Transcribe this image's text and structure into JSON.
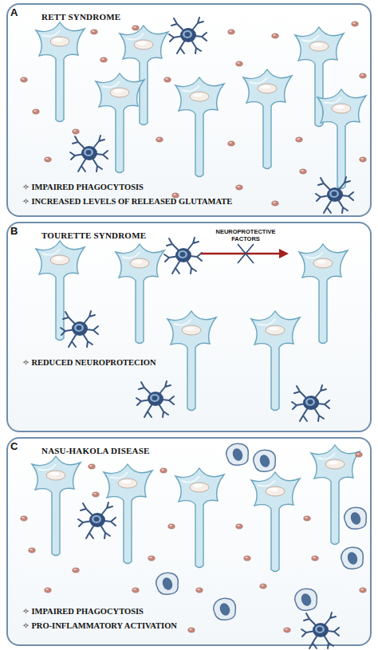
{
  "diagram": {
    "nodes": [
      {
        "text": [
          "A",
          "RETT SYNDROME",
          "✧ IMPAIRED PHAGOCYTOSIS",
          "✧ INCREASED LEVELS OF RELEASED GLUTAMATE"
        ]
      },
      {
        "text": [
          "B",
          "TOURETTE SYNDROME",
          "✧ REDUCED NEUROPROTECION"
        ]
      },
      {
        "text": [
          "C",
          "NASU-HAKOLA DISEASE",
          "✧ IMPAIRED PHAGOCYTOSIS",
          "✧ PRO-INFLAMMATORY ACTIVATION"
        ]
      }
    ],
    "labels": [
      "NEUROPROTECTIVE FACTORS"
    ]
  }
}
